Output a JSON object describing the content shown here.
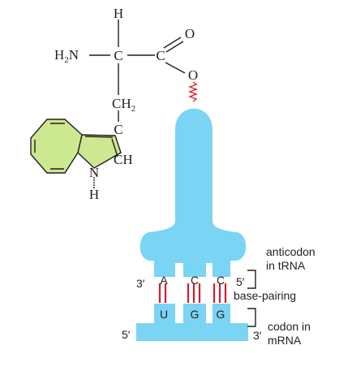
{
  "colors": {
    "trna": "#7ad4f3",
    "ring": "#cce891",
    "hydrogen_bond": "#d11f2c",
    "linkage": "#e0202b",
    "ink": "#231f20"
  },
  "amino_acid": {
    "h_top": "H",
    "h2n": "H",
    "h2n_sub": "2",
    "h2n_tail": "N",
    "alpha_c": "C",
    "carboxyl_c": "C",
    "carbonyl_o": "O",
    "ester_o": "O",
    "ch2": "CH",
    "ch2_sub": "2",
    "ring_c": "C",
    "ring_ch": "CH",
    "ring_n": "N",
    "ring_nh": "H"
  },
  "anticodon": {
    "end_left": "3′",
    "end_right": "5′",
    "bases": [
      "A",
      "C",
      "C"
    ]
  },
  "codon": {
    "end_left": "5′",
    "end_right": "3′",
    "bases": [
      "U",
      "G",
      "G"
    ]
  },
  "labels": {
    "anticodon_line1": "anticodon",
    "anticodon_line2": "in tRNA",
    "base_pairing": "base-pairing",
    "codon_line1": "codon in",
    "codon_line2": "mRNA"
  }
}
